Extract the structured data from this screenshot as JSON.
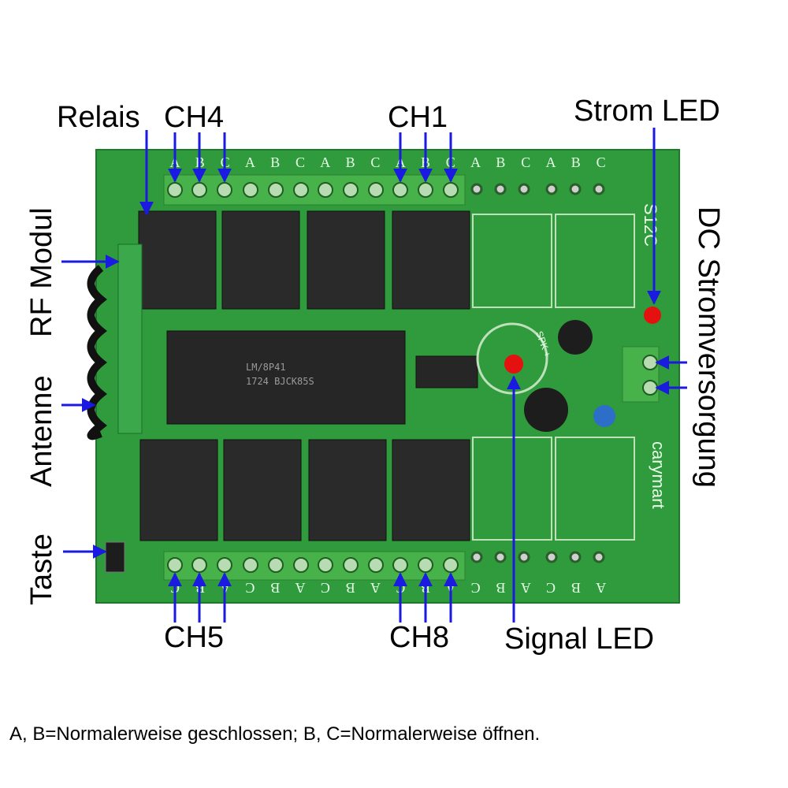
{
  "labels": {
    "relais": "Relais",
    "ch4": "CH4",
    "ch1": "CH1",
    "strom_led": "Strom LED",
    "rf_modul": "RF Modul",
    "dc_strom": "DC Stromversorgung",
    "antenne": "Antenne",
    "taste": "Taste",
    "ch5": "CH5",
    "ch8": "CH8",
    "signal_led": "Signal LED"
  },
  "board": {
    "top_terminal_letters": [
      "A",
      "B",
      "C",
      "A",
      "B",
      "C",
      "A",
      "B",
      "C",
      "A",
      "B",
      "C",
      "A",
      "B",
      "C",
      "A",
      "B",
      "C"
    ],
    "bottom_terminal_letters": [
      "C",
      "B",
      "A",
      "C",
      "B",
      "A",
      "C",
      "B",
      "A",
      "C",
      "B",
      "A",
      "C",
      "B",
      "A",
      "C",
      "B",
      "A"
    ],
    "model_text": "S12C",
    "brand_text": "carymart",
    "ic_text_1": "LM/8P41",
    "ic_text_2": "1724 BJCK85S",
    "spk_text": "SPK +"
  },
  "caption": "A, B=Normalerweise geschlossen; B, C=Normalerweise öffnen.",
  "colors": {
    "pcb": "#2f9b3c",
    "pcb_dark": "#1d7a2b",
    "terminal": "#47b24a",
    "relay": "#2a2a2a",
    "arrow": "#1a1ae0",
    "led_red": "#e51010"
  }
}
